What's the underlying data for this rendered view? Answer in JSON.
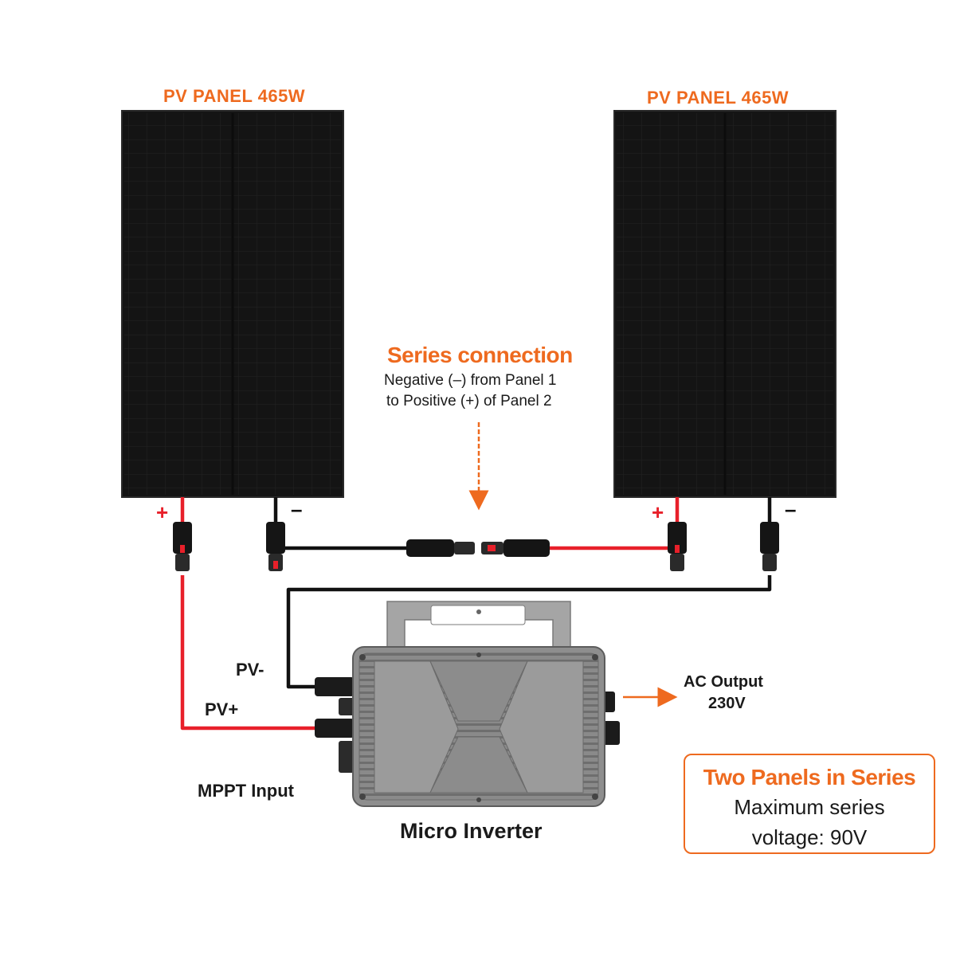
{
  "panels": [
    {
      "title": "PV PANEL 465W",
      "positive_sign": "+",
      "negative_sign": "–"
    },
    {
      "title": "PV PANEL 465W",
      "positive_sign": "+",
      "negative_sign": "–"
    }
  ],
  "series_connection": {
    "title": "Series connection",
    "line1": "Negative (–) from Panel 1",
    "line2": "to Positive (+) of Panel 2"
  },
  "inverter": {
    "name": "Micro Inverter",
    "pv_minus": "PV-",
    "pv_plus": "PV+",
    "mppt_input": "MPPT Input"
  },
  "ac_output": {
    "line1": "AC Output",
    "line2": "230V"
  },
  "callout": {
    "title": "Two Panels in Series",
    "line1": "Maximum series",
    "line2": "voltage: 90V"
  },
  "colors": {
    "accent": "#ee6a1f",
    "positive_wire": "#e8202a",
    "negative_wire": "#111111",
    "panel": "#141414",
    "inverter_body": "#8e8e8e"
  }
}
